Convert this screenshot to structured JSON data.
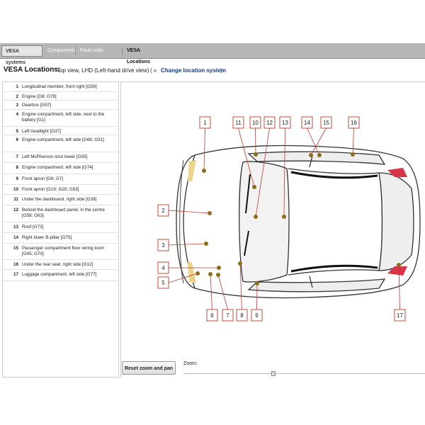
{
  "tabs": {
    "vesa_systems": "VESA systems",
    "components": "Components",
    "fault_code": "Fault code diagnosis",
    "vesa_locations": "VESA Locations"
  },
  "header": {
    "title": "VESA Locations:",
    "view": "Top view, LHD (Left-hand drive view)",
    "open": "( «",
    "link": "Change location system",
    "close": ")"
  },
  "locations": [
    {
      "num": "1",
      "text": "Longitudinal member, front right [G56]"
    },
    {
      "num": "2",
      "text": "Engine [G8; G78]"
    },
    {
      "num": "3",
      "text": "Gearbox [G57]"
    },
    {
      "num": "4",
      "text": "Engine compartment, left side, next to the battery [G1]"
    },
    {
      "num": "5",
      "text": "Left headlight [G37]"
    },
    {
      "num": "6",
      "text": "Engine compartment, left side [G68; G31]"
    },
    {
      "num": "7",
      "text": "Left McPherson strut tower [G55]"
    },
    {
      "num": "8",
      "text": "Engine compartment, left side [G74]"
    },
    {
      "num": "9",
      "text": "Front apron [G6; G7]"
    },
    {
      "num": "10",
      "text": "Front apron [G19; G20; G53]"
    },
    {
      "num": "11",
      "text": "Under the dashboard, right side [G39]"
    },
    {
      "num": "12",
      "text": "Behind the dashboard panel, in the centre [G58; G63]"
    },
    {
      "num": "13",
      "text": "Roof [G72]"
    },
    {
      "num": "14",
      "text": "Right lower B-pillar [G75]"
    },
    {
      "num": "15",
      "text": "Passenger compartment floor wiring loom [G45; G70]"
    },
    {
      "num": "16",
      "text": "Under the rear seat, right side [G12]"
    },
    {
      "num": "17",
      "text": "Luggage compartment, left side [G77]"
    }
  ],
  "diagram": {
    "labels": [
      "1",
      "2",
      "3",
      "4",
      "5",
      "6",
      "7",
      "8",
      "9",
      "10",
      "11",
      "12",
      "13",
      "14",
      "15",
      "16",
      "17"
    ],
    "marker_color": "#8b6f1e",
    "leader_color": "#c0392b"
  },
  "footer": {
    "reset_label": "Reset zoom and pan",
    "zoom_label": "Zoom:"
  }
}
